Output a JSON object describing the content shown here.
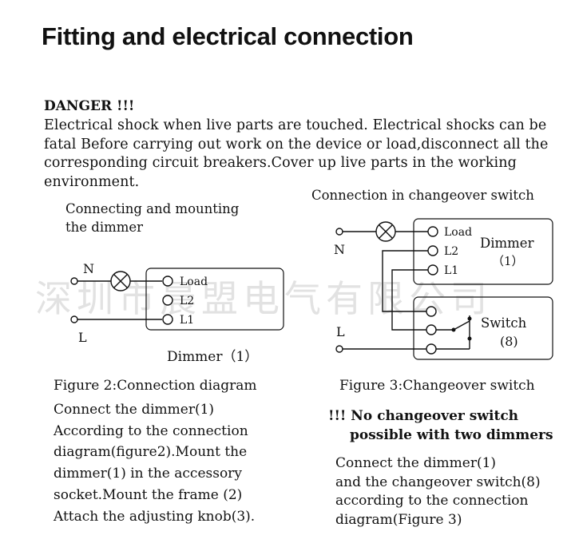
{
  "title": "Fitting and electrical connection",
  "danger": {
    "heading": "DANGER !!!",
    "body": "Electrical shock when live parts are touched. Electrical shocks can be fatal Before carrying out work on the device or load,disconnect all the corresponding circuit breakers.Cover up live parts in the working environment."
  },
  "watermark": "深圳市晨盟电气有限公司",
  "figure2": {
    "section_line1": "Connecting and mounting",
    "section_line2": "the dimmer",
    "n_label": "N",
    "l_label": "L",
    "terminals": [
      "Load",
      "L2",
      "L1"
    ],
    "dimmer_label": "Dimmer（1）",
    "caption": "Figure 2:Connection diagram",
    "body_lines": [
      "Connect the dimmer(1)",
      "According to the connection",
      "diagram(figure2).Mount the",
      "dimmer(1) in the accessory",
      "socket.Mount the frame (2)",
      "Attach the adjusting knob(3)."
    ]
  },
  "figure3": {
    "section_title": "Connection in changeover switch",
    "n_label": "N",
    "l_label": "L",
    "terminals": [
      "Load",
      "L2",
      "L1"
    ],
    "dimmer_word": "Dimmer",
    "dimmer_num": "（1）",
    "switch_word": "Switch",
    "switch_num": "(8)",
    "caption": "Figure 3:Changeover switch",
    "warning_line1": "!!! No changeover switch",
    "warning_line2": "possible with two dimmers",
    "body_lines": [
      "Connect the dimmer(1)",
      "and the changeover switch(8)",
      "according to the connection",
      "diagram(Figure 3)"
    ]
  }
}
